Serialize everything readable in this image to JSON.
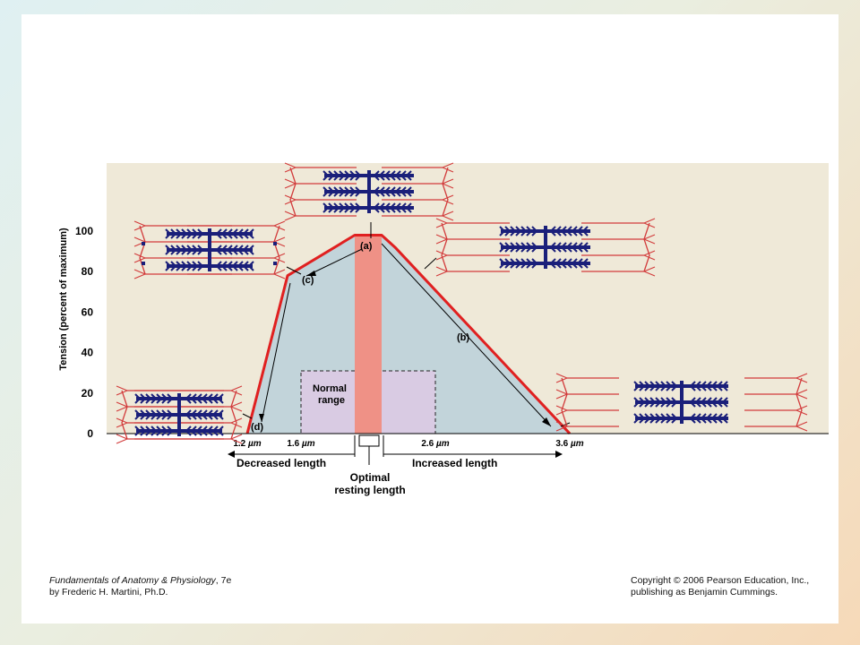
{
  "chart_data": {
    "type": "area",
    "ylabel": "Tension (percent of maximum)",
    "y_ticks": [
      "100",
      "80",
      "60",
      "40",
      "20",
      "0"
    ],
    "y_range": [
      0,
      100
    ],
    "x_unit": "sarcomere length (µm)",
    "x_range": [
      1.2,
      3.6
    ],
    "curve": [
      {
        "x": 1.2,
        "y": 0
      },
      {
        "x": 1.5,
        "y": 78
      },
      {
        "x": 2.0,
        "y": 98
      },
      {
        "x": 2.2,
        "y": 98
      },
      {
        "x": 2.3,
        "y": 92
      },
      {
        "x": 3.6,
        "y": 0
      }
    ],
    "optimal_band": [
      2.0,
      2.2
    ],
    "normal_range": [
      1.6,
      2.6
    ],
    "x_labels": [
      {
        "x": 1.2,
        "value": "1.2",
        "unit": "µm"
      },
      {
        "x": 1.6,
        "value": "1.6",
        "unit": "µm"
      },
      {
        "x": 2.6,
        "value": "2.6",
        "unit": "µm"
      },
      {
        "x": 3.6,
        "value": "3.6",
        "unit": "µm"
      }
    ],
    "point_labels": [
      "(a)",
      "(b)",
      "(c)",
      "(d)"
    ],
    "normal_range_label": [
      "Normal",
      "range"
    ],
    "decreased_label": "Decreased length",
    "increased_label": "Increased length",
    "optimal_label": [
      "Optimal",
      "resting length"
    ],
    "colors": {
      "panel": "#efe9d8",
      "area": "#c2d4da",
      "normal_range": "#d9cbe3",
      "optimal_band": "#ef9186",
      "curve": "#e02020",
      "thick_filament": "#1a1f7a",
      "thin_filament": "#d23c3c"
    }
  },
  "footer": {
    "left_title": "Fundamentals of Anatomy & Physiology",
    "left_edition": ", 7e",
    "left_author": "by Frederic H. Martini, Ph.D.",
    "right_line1": "Copyright © 2006 Pearson Education, Inc.,",
    "right_line2": "publishing as Benjamin Cummings."
  }
}
